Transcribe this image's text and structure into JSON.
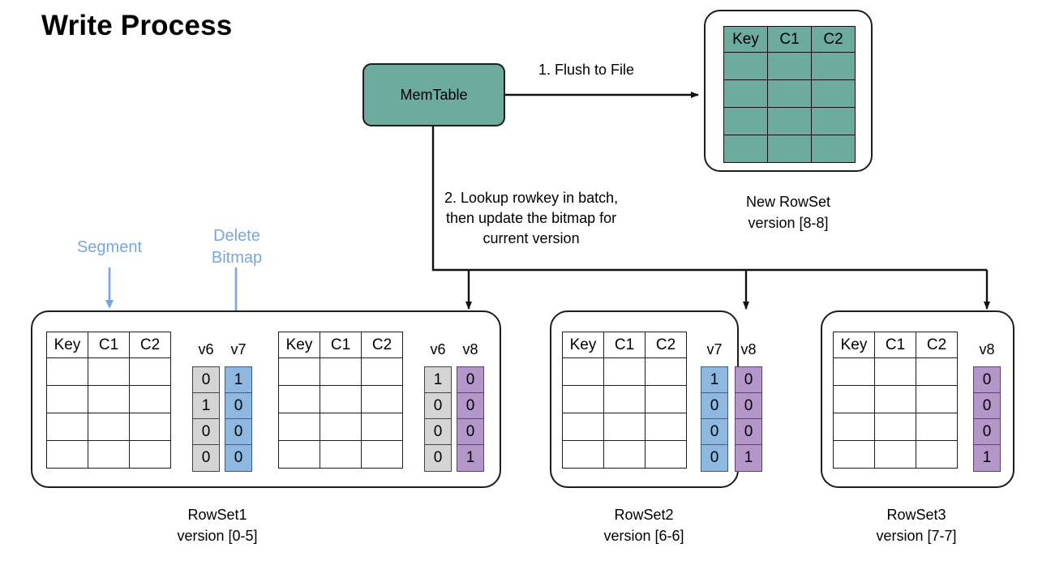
{
  "title": "Write Process",
  "colors": {
    "teal": "#6cab9d",
    "gray": "#d4d4d4",
    "blue": "#8fb8e0",
    "purple": "#b497c9",
    "callout_blue": "#7aa6dd",
    "stroke": "#1d1d1d"
  },
  "nodes": {
    "memtable": {
      "label": "MemTable"
    }
  },
  "edges": {
    "flush": {
      "label": "1. Flush to File"
    },
    "lookup": {
      "label": "2. Lookup rowkey in batch,\nthen update the bitmap for\ncurrent version"
    }
  },
  "callouts": {
    "segment": {
      "label": "Segment"
    },
    "delete_bitmap": {
      "label": "Delete\nBitmap"
    }
  },
  "table_headers": [
    "Key",
    "C1",
    "C2"
  ],
  "rowsets": {
    "new_rowset": {
      "name": "New RowSet",
      "version": "version [8-8]",
      "caption": "New RowSet\nversion [8-8]",
      "segments": [
        {
          "headers": [
            "Key",
            "C1",
            "C2"
          ],
          "rows": 4,
          "filled": true,
          "bitmaps": []
        }
      ]
    },
    "rowset1": {
      "name": "RowSet1",
      "version": "version [0-5]",
      "caption": "RowSet1\nversion [0-5]",
      "segments": [
        {
          "headers": [
            "Key",
            "C1",
            "C2"
          ],
          "rows": 4,
          "bitmaps": [
            {
              "label": "v6",
              "color": "gray",
              "values": [
                "0",
                "1",
                "0",
                "0"
              ]
            },
            {
              "label": "v7",
              "color": "blue",
              "values": [
                "1",
                "0",
                "0",
                "0"
              ]
            }
          ]
        },
        {
          "headers": [
            "Key",
            "C1",
            "C2"
          ],
          "rows": 4,
          "bitmaps": [
            {
              "label": "v6",
              "color": "gray",
              "values": [
                "1",
                "0",
                "0",
                "0"
              ]
            },
            {
              "label": "v8",
              "color": "purple",
              "values": [
                "0",
                "0",
                "0",
                "1"
              ]
            }
          ]
        }
      ]
    },
    "rowset2": {
      "name": "RowSet2",
      "version": "version [6-6]",
      "caption": "RowSet2\nversion [6-6]",
      "segments": [
        {
          "headers": [
            "Key",
            "C1",
            "C2"
          ],
          "rows": 4,
          "bitmaps": [
            {
              "label": "v7",
              "color": "blue",
              "values": [
                "1",
                "0",
                "0",
                "0"
              ]
            },
            {
              "label": "v8",
              "color": "purple",
              "values": [
                "0",
                "0",
                "0",
                "1"
              ]
            }
          ]
        }
      ]
    },
    "rowset3": {
      "name": "RowSet3",
      "version": "version [7-7]",
      "caption": "RowSet3\nversion [7-7]",
      "segments": [
        {
          "headers": [
            "Key",
            "C1",
            "C2"
          ],
          "rows": 4,
          "bitmaps": [
            {
              "label": "v8",
              "color": "purple",
              "values": [
                "0",
                "0",
                "0",
                "1"
              ]
            }
          ]
        }
      ]
    }
  },
  "bitmap_cells": {
    "rs1_seg1_v6": [
      "0",
      "1",
      "0",
      "0"
    ],
    "rs1_seg1_v7": [
      "1",
      "0",
      "0",
      "0"
    ],
    "rs1_seg2_v6": [
      "1",
      "0",
      "0",
      "0"
    ],
    "rs1_seg2_v8": [
      "0",
      "0",
      "0",
      "1"
    ],
    "rs2_v7": [
      "1",
      "0",
      "0",
      "0"
    ],
    "rs2_v8": [
      "0",
      "0",
      "0",
      "1"
    ],
    "rs3_v8": [
      "0",
      "0",
      "0",
      "1"
    ]
  }
}
